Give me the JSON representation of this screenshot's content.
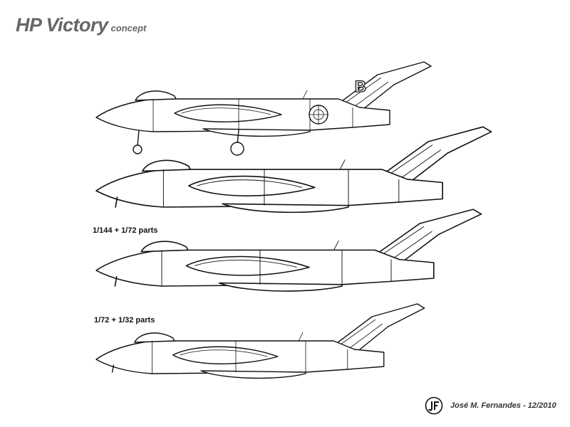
{
  "header": {
    "title": "HP Victory",
    "subtitle": "concept"
  },
  "views": [
    {
      "label": "",
      "variant": "fighter",
      "marking": "B"
    },
    {
      "label": "",
      "variant": "large"
    },
    {
      "label": "1/144 + 1/72 parts",
      "variant": "medium"
    },
    {
      "label": "1/72 + 1/32 parts",
      "variant": "small"
    }
  ],
  "footer": {
    "credit": "José M. Fernandes - 12/2010",
    "logo_icon": "jf-monogram-icon"
  },
  "colors": {
    "title": "#666666",
    "line": "#111111",
    "background": "#ffffff"
  }
}
